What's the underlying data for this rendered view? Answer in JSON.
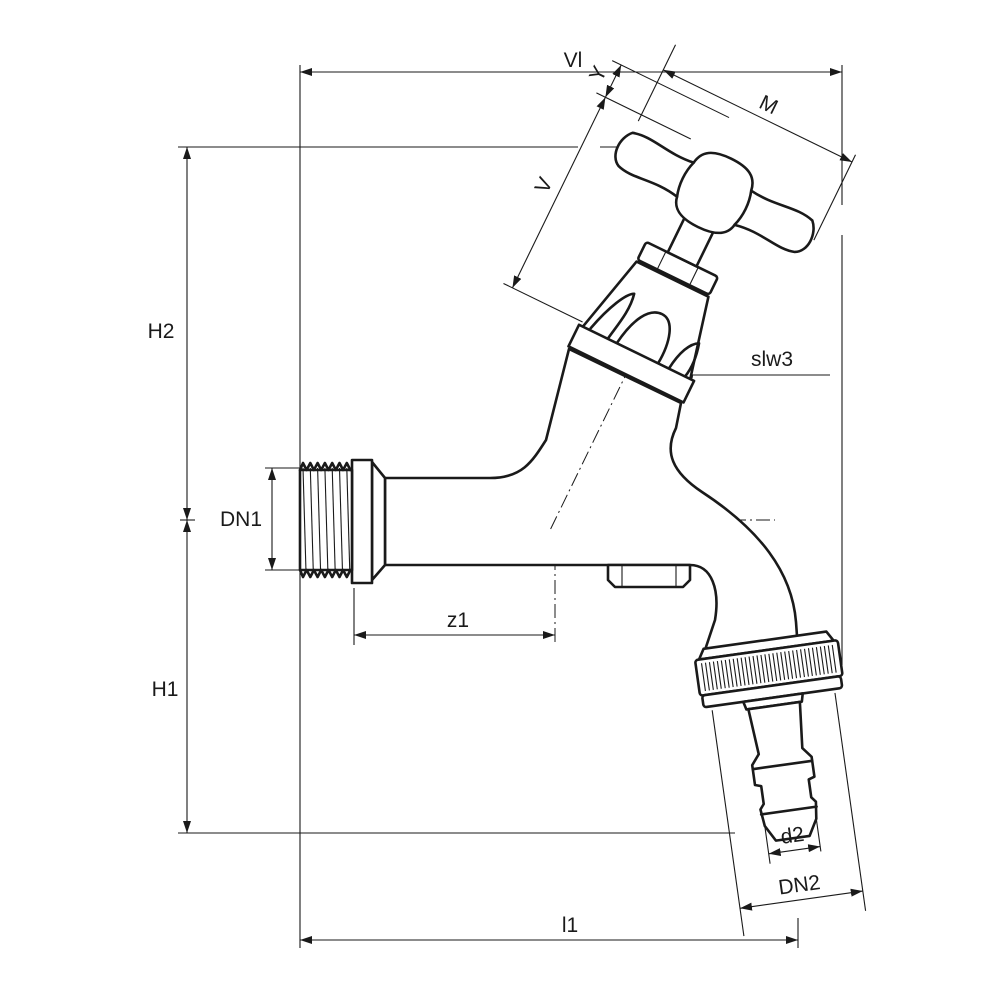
{
  "labels": {
    "vl": "Vl",
    "y": "Y",
    "m": "M",
    "v": "V",
    "h2": "H2",
    "slw3": "slw3",
    "dn1": "DN1",
    "z1": "z1",
    "h1": "H1",
    "d2": "d2",
    "dn2": "DN2",
    "l1": "l1"
  },
  "colors": {
    "line": "#1a1a1a",
    "background": "#ffffff"
  }
}
